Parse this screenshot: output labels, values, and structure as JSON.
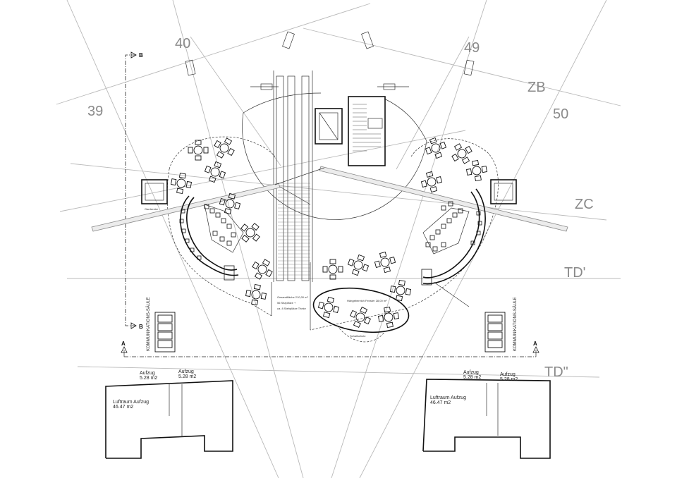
{
  "grid_axes": {
    "a40": "40",
    "a49": "49",
    "a39": "39",
    "a50": "50",
    "zb": "ZB",
    "zc": "ZC",
    "td1": "TD'",
    "td2": "TD\""
  },
  "section_markers": {
    "b_top": "B",
    "b_bottom": "B",
    "a_left": "A",
    "a_right": "A"
  },
  "rooms": {
    "left_lift_1": {
      "name": "Aufzug",
      "area": "5.28 m2"
    },
    "left_lift_2": {
      "name": "Aufzug",
      "area": "5.28 m2"
    },
    "right_lift_1": {
      "name": "Aufzug",
      "area": "5.28 m2"
    },
    "right_lift_2": {
      "name": "Aufzug",
      "area": "5.28 m2"
    },
    "left_void": {
      "name": "Luftraum Aufzug",
      "area": "46.47 m2"
    },
    "right_void": {
      "name": "Luftraum Aufzug",
      "area": "46.47 m2"
    }
  },
  "columns": {
    "left": "KOMMUNIKATIONS-SÄULE",
    "right": "KOMMUNIKATIONS-SÄULE"
  },
  "notes": {
    "center_note_1": "Gesamtfläche 210,00 m²",
    "center_note_2": "56 Sitzplätze +",
    "center_note_3": "ca. 8 Stehplätze Theke",
    "lounge": "Hängebereich Fenster 28,00 m²",
    "lounge_sub": "Schallschutz",
    "left_tag": "Garderobe"
  },
  "colors": {
    "grid": "#b9b9b9",
    "grid_label": "#8a8a8a",
    "walls": "#111111"
  }
}
